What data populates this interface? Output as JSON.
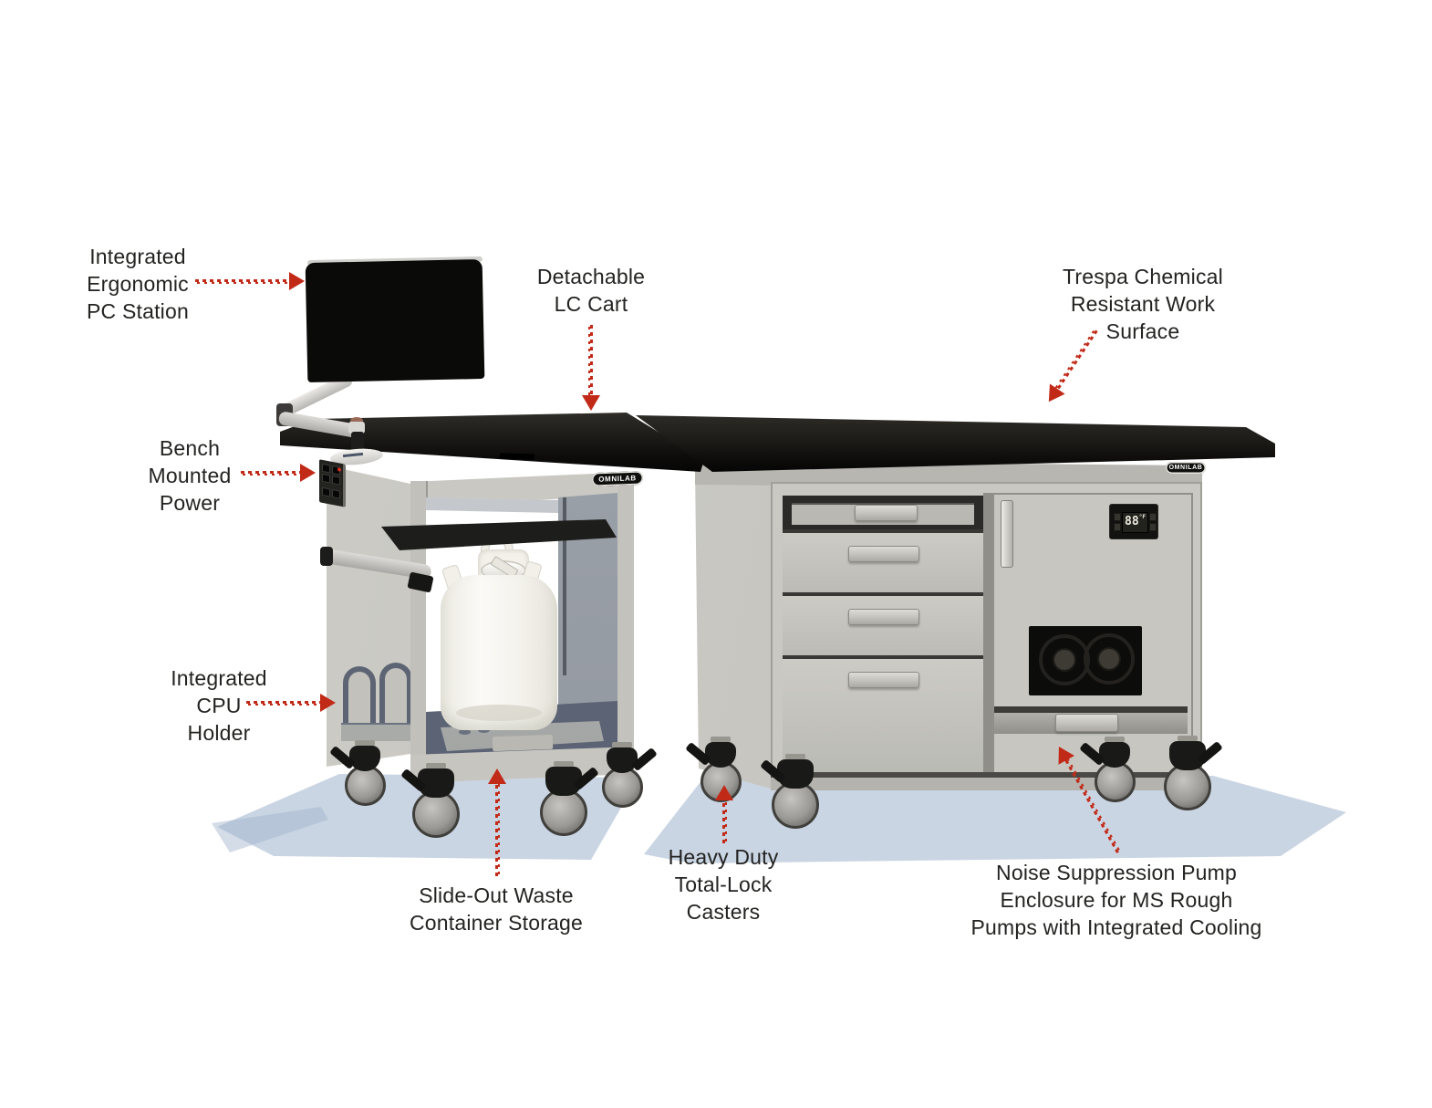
{
  "brand": {
    "badge_text": "OMNILAB"
  },
  "pump_controller": {
    "value": "88",
    "unit": "°F"
  },
  "callouts": {
    "pc_station": {
      "lines": [
        "Integrated",
        "Ergonomic",
        "PC Station"
      ]
    },
    "lc_cart": {
      "lines": [
        "Detachable",
        "LC Cart"
      ]
    },
    "work_surface": {
      "lines": [
        "Trespa Chemical",
        "Resistant Work",
        "Surface"
      ]
    },
    "bench_power": {
      "lines": [
        "Bench",
        "Mounted",
        "Power"
      ]
    },
    "cpu_holder": {
      "lines": [
        "Integrated",
        "CPU",
        "Holder"
      ]
    },
    "waste_storage": {
      "lines": [
        "Slide-Out Waste",
        "Container Storage"
      ]
    },
    "casters": {
      "lines": [
        "Heavy Duty",
        "Total-Lock",
        "Casters"
      ]
    },
    "pump_enclosure": {
      "lines": [
        "Noise Suppression Pump",
        "Enclosure for MS Rough",
        "Pumps with Integrated Cooling"
      ]
    }
  },
  "colors": {
    "arrow": "#c22a18",
    "label_text": "#232321",
    "worktop": "#141312",
    "cabinet": "#c9c8c2",
    "shadow": "#9fb2cc"
  }
}
